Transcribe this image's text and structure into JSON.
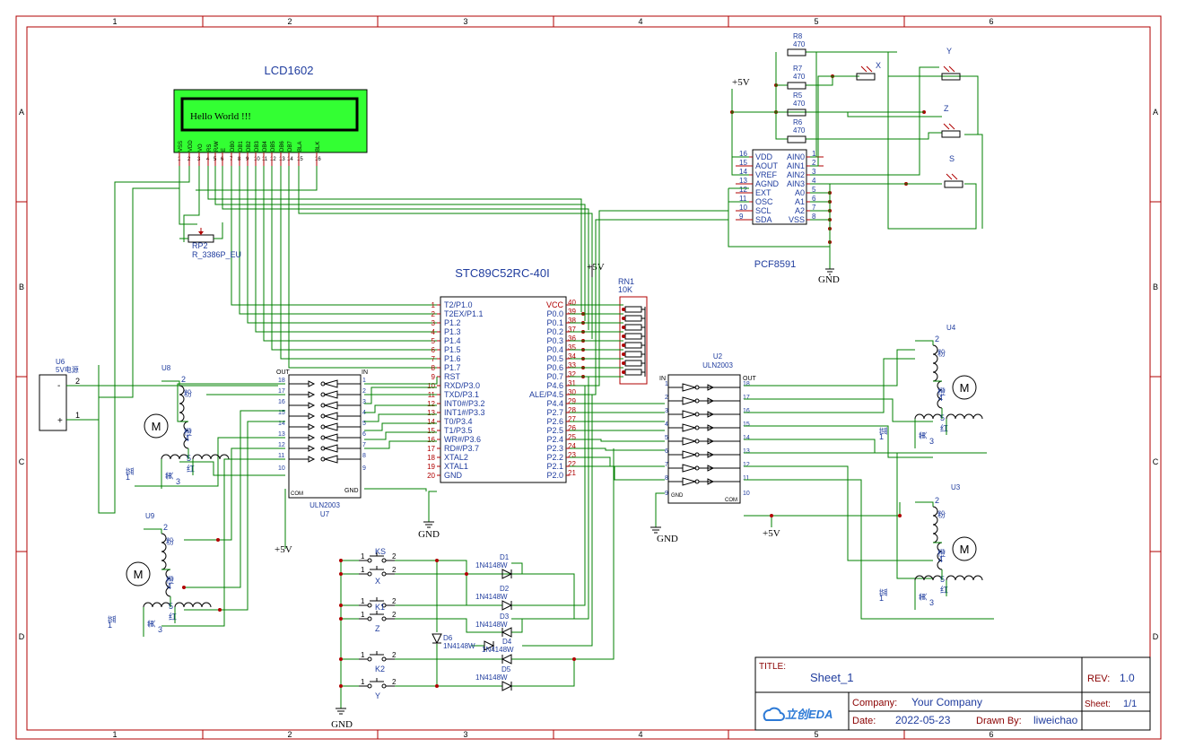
{
  "frame": {
    "cols": [
      "1",
      "2",
      "3",
      "4",
      "5",
      "6"
    ],
    "rows": [
      "A",
      "B",
      "C",
      "D"
    ],
    "color": "#b00000"
  },
  "wire_color": "#008000",
  "lcd": {
    "title": "LCD1602",
    "text": "Hello World !!!",
    "screen_color": "#33ff33",
    "pin_names": [
      "VSS",
      "VDD",
      "VO",
      "RS",
      "R/W",
      "E",
      "DB0",
      "DB1",
      "DB2",
      "DB3",
      "DB4",
      "DB5",
      "DB6",
      "DB7",
      "BLA",
      "BLK"
    ],
    "pin_nums": [
      "1",
      "2",
      "3",
      "4",
      "5",
      "6",
      "7",
      "8",
      "9",
      "10",
      "11",
      "12",
      "13",
      "14",
      "15",
      "16"
    ]
  },
  "rp2": {
    "ref": "RP2",
    "value": "R_3386P_EU"
  },
  "mcu": {
    "title": "STC89C52RC-40I",
    "left_pins": [
      [
        "1",
        "T2/P1.0"
      ],
      [
        "2",
        "T2EX/P1.1"
      ],
      [
        "3",
        "P1.2"
      ],
      [
        "4",
        "P1.3"
      ],
      [
        "5",
        "P1.4"
      ],
      [
        "6",
        "P1.5"
      ],
      [
        "7",
        "P1.6"
      ],
      [
        "8",
        "P1.7"
      ],
      [
        "9",
        "RST"
      ],
      [
        "10",
        "RXD/P3.0"
      ],
      [
        "11",
        "TXD/P3.1"
      ],
      [
        "12",
        "INT0#/P3.2"
      ],
      [
        "13",
        "INT1#/P3.3"
      ],
      [
        "14",
        "T0/P3.4"
      ],
      [
        "15",
        "T1/P3.5"
      ],
      [
        "16",
        "WR#/P3.6"
      ],
      [
        "17",
        "RD#/P3.7"
      ],
      [
        "18",
        "XTAL2"
      ],
      [
        "19",
        "XTAL1"
      ],
      [
        "20",
        "GND"
      ]
    ],
    "right_pins": [
      [
        "40",
        "VCC"
      ],
      [
        "39",
        "P0.0"
      ],
      [
        "38",
        "P0.1"
      ],
      [
        "37",
        "P0.2"
      ],
      [
        "36",
        "P0.3"
      ],
      [
        "35",
        "P0.4"
      ],
      [
        "34",
        "P0.5"
      ],
      [
        "33",
        "P0.6"
      ],
      [
        "32",
        "P0.7"
      ],
      [
        "31",
        "P4.6"
      ],
      [
        "30",
        "ALE/P4.5"
      ],
      [
        "29",
        "P4.4"
      ],
      [
        "28",
        "P2.7"
      ],
      [
        "27",
        "P2.6"
      ],
      [
        "26",
        "P2.5"
      ],
      [
        "25",
        "P2.4"
      ],
      [
        "24",
        "P2.3"
      ],
      [
        "23",
        "P2.2"
      ],
      [
        "22",
        "P2.1"
      ],
      [
        "21",
        "P2.0"
      ]
    ]
  },
  "rn1": {
    "ref": "RN1",
    "value": "10K"
  },
  "pcf": {
    "title": "PCF8591",
    "left_pins": [
      [
        "16",
        "VDD"
      ],
      [
        "15",
        "AOUT"
      ],
      [
        "14",
        "VREF"
      ],
      [
        "13",
        "AGND"
      ],
      [
        "12",
        "EXT"
      ],
      [
        "11",
        "OSC"
      ],
      [
        "10",
        "SCL"
      ],
      [
        "9",
        "SDA"
      ]
    ],
    "right_pins": [
      [
        "1",
        "AIN0"
      ],
      [
        "2",
        "AIN1"
      ],
      [
        "3",
        "AIN2"
      ],
      [
        "4",
        "AIN3"
      ],
      [
        "5",
        "A0"
      ],
      [
        "6",
        "A1"
      ],
      [
        "7",
        "A2"
      ],
      [
        "8",
        "VSS"
      ]
    ]
  },
  "resistors": [
    {
      "ref": "R8",
      "value": "470"
    },
    {
      "ref": "R7",
      "value": "470"
    },
    {
      "ref": "R5",
      "value": "470"
    },
    {
      "ref": "R6",
      "value": "470"
    }
  ],
  "ldrs": [
    "X",
    "Y",
    "Z",
    "S"
  ],
  "u6": {
    "ref": "U6",
    "name": "5V电源",
    "minus": "-",
    "plus": "+",
    "pin_minus": "2",
    "pin_plus": "1"
  },
  "u7": {
    "ref": "U7",
    "name": "ULN2003",
    "in_label": "IN",
    "out_label": "OUT",
    "gnd": "GND",
    "com": "COM",
    "in_pins": [
      "1",
      "2",
      "3",
      "4",
      "5",
      "6",
      "7",
      "8",
      "9"
    ],
    "out_pins": [
      "18",
      "17",
      "16",
      "15",
      "14",
      "13",
      "12",
      "11",
      "10"
    ]
  },
  "u2": {
    "ref": "U2",
    "name": "ULN2003",
    "in_label": "IN",
    "out_label": "OUT",
    "gnd": "GND",
    "com": "COM",
    "in_pins": [
      "1",
      "2",
      "3",
      "4",
      "5",
      "6",
      "7",
      "8",
      "9"
    ],
    "out_pins": [
      "18",
      "17",
      "16",
      "15",
      "14",
      "13",
      "12",
      "11",
      "10"
    ]
  },
  "motors": [
    {
      "ref": "U8",
      "m": "M",
      "c_pink": "粉",
      "c_orange": "橙",
      "c_red": "红",
      "c_yellow": "黄",
      "c_blue": "蓝",
      "p2": "2",
      "p4": "4",
      "p5": "5",
      "p3": "3",
      "p1": "1"
    },
    {
      "ref": "U9",
      "m": "M",
      "c_pink": "粉",
      "c_orange": "橙",
      "c_red": "红",
      "c_yellow": "黄",
      "c_blue": "蓝",
      "p2": "2",
      "p4": "4",
      "p5": "5",
      "p3": "3",
      "p1": "1"
    },
    {
      "ref": "U4",
      "m": "M",
      "c_pink": "粉",
      "c_orange": "橙",
      "c_red": "红",
      "c_yellow": "黄",
      "c_blue": "蓝",
      "p2": "2",
      "p4": "4",
      "p5": "5",
      "p3": "3",
      "p1": "1"
    },
    {
      "ref": "U3",
      "m": "M",
      "c_pink": "粉",
      "c_orange": "橙",
      "c_red": "红",
      "c_yellow": "黄",
      "c_blue": "蓝",
      "p2": "2",
      "p4": "4",
      "p5": "5",
      "p3": "3",
      "p1": "1"
    }
  ],
  "switches": [
    {
      "ref": "KS"
    },
    {
      "ref": "X"
    },
    {
      "ref": "K1"
    },
    {
      "ref": "Z"
    },
    {
      "ref": "K2"
    },
    {
      "ref": "Y"
    }
  ],
  "switch_pins": [
    "1",
    "2"
  ],
  "diodes": [
    {
      "ref": "D1",
      "value": "1N4148W"
    },
    {
      "ref": "D2",
      "value": "1N4148W"
    },
    {
      "ref": "D3",
      "value": "1N4148W"
    },
    {
      "ref": "D4",
      "value": "1N4148W"
    },
    {
      "ref": "D5",
      "value": "1N4148W"
    },
    {
      "ref": "D6",
      "value": "1N4148W"
    }
  ],
  "power": {
    "vcc": "+5V",
    "gnd": "GND"
  },
  "titleblock": {
    "title_label": "TITLE:",
    "title": "Sheet_1",
    "rev_label": "REV:",
    "rev": "1.0",
    "company_label": "Company:",
    "company": "Your Company",
    "sheet_label": "Sheet:",
    "sheet": "1/1",
    "date_label": "Date:",
    "date": "2022-05-23",
    "drawn_label": "Drawn By:",
    "drawn": "liweichao",
    "logo": "立创EDA"
  }
}
